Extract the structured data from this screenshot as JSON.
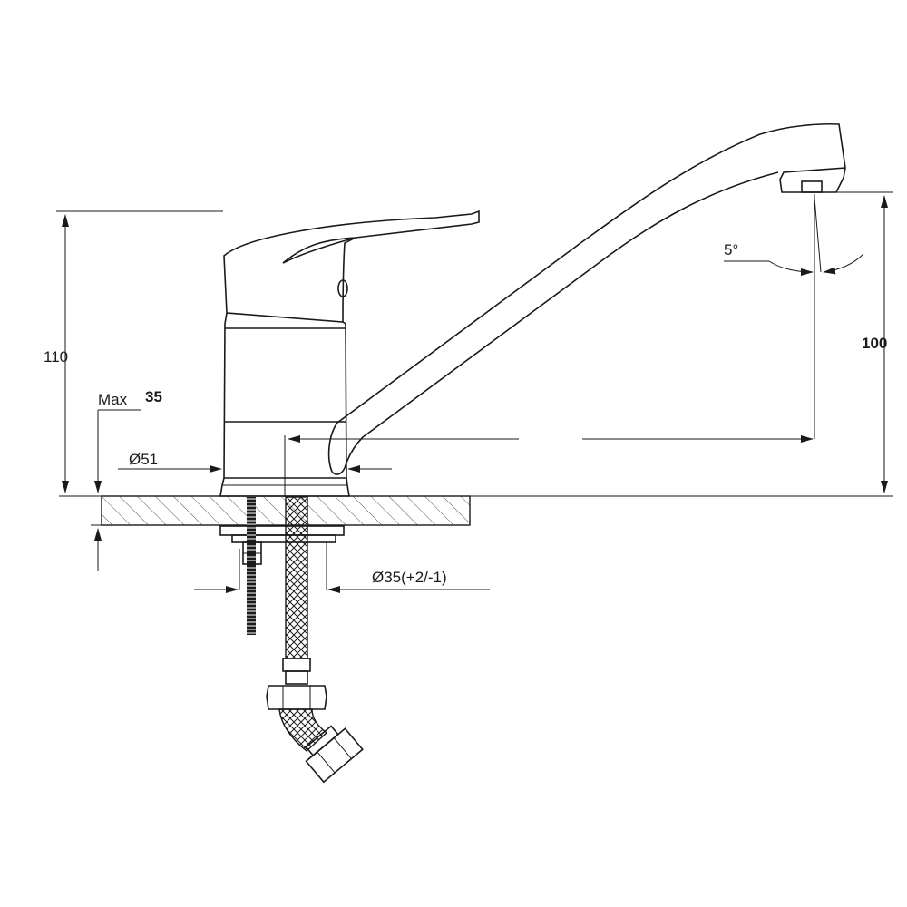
{
  "drawing": {
    "labels": {
      "height_total": "110",
      "max_prefix": "Max",
      "max_value": "35",
      "base_diameter": "Ø51",
      "spout_height": "100",
      "angle": "5°",
      "hole_diameter": "Ø35(+2/-1)"
    },
    "colors": {
      "line": "#1a1a1a",
      "background": "#ffffff",
      "hatch": "#555555"
    }
  }
}
